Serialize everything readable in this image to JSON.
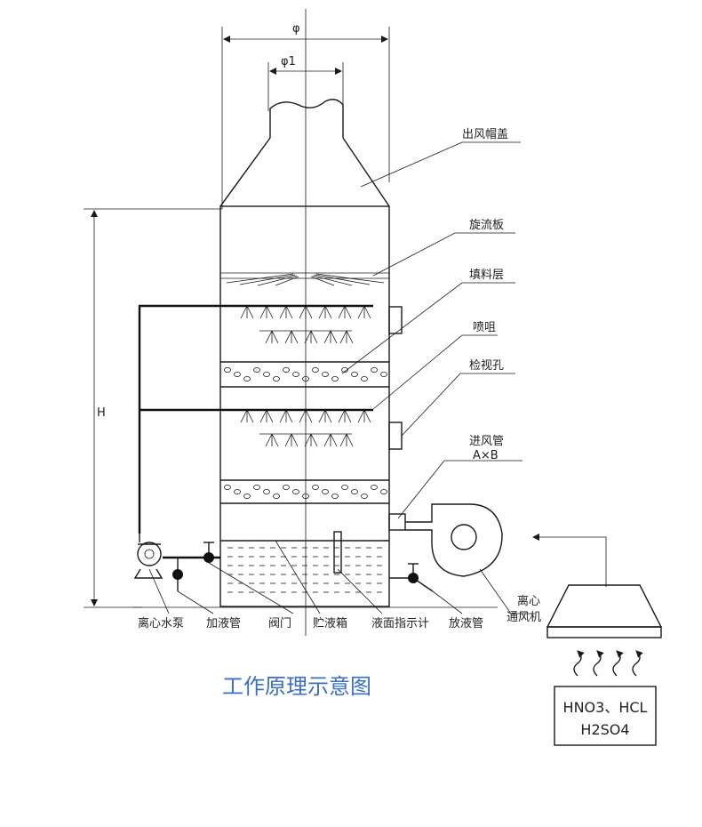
{
  "dimensions": {
    "outer_diameter": "φ",
    "outlet_diameter": "φ1",
    "height": "H"
  },
  "callouts": {
    "top_cap": "出风帽盖",
    "swirl_plate": "旋流板",
    "packing_layer": "填料层",
    "nozzle": "喷咀",
    "inspection_hole": "检视孔",
    "inlet_pipe": "进风管",
    "inlet_size": "A×B",
    "fan_line1": "离心",
    "fan_line2": "通风机"
  },
  "bottom_labels": {
    "pump": "离心水泵",
    "fill_pipe": "加液管",
    "valve": "阀门",
    "tank": "贮液箱",
    "level_gauge": "液面指示计",
    "drain_pipe": "放液管"
  },
  "chemicals": {
    "line1": "HNO3、HCL",
    "line2": "H2SO4"
  },
  "caption": "工作原理示意图",
  "colors": {
    "caption": "#3a6fc4",
    "line": "#1a1a1a",
    "background": "#ffffff"
  }
}
